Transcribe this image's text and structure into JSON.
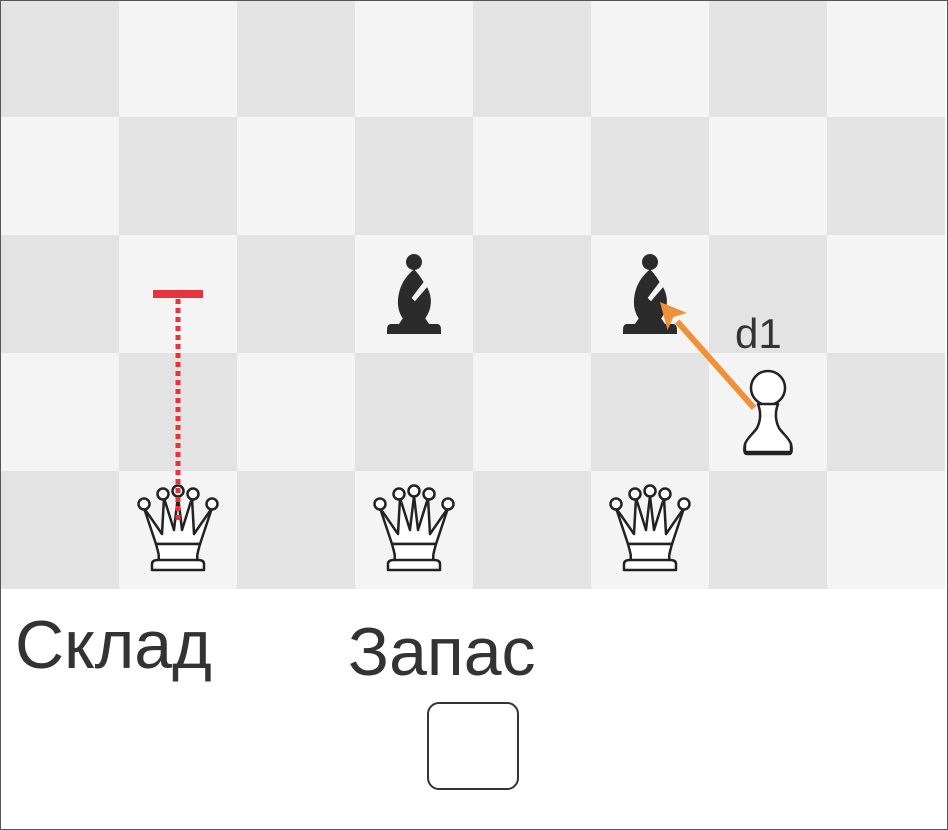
{
  "board": {
    "files": 8,
    "ranks": 5,
    "light_color": "#f4f4f4",
    "dark_color": "#e3e3e3",
    "pieces": [
      {
        "type": "bishop",
        "color": "black",
        "square": "d3"
      },
      {
        "type": "bishop",
        "color": "black",
        "square": "f3"
      },
      {
        "type": "pawn",
        "color": "white",
        "square": "g2"
      },
      {
        "type": "queen",
        "color": "white",
        "square": "b1"
      },
      {
        "type": "queen",
        "color": "white",
        "square": "d1"
      },
      {
        "type": "queen",
        "color": "white",
        "square": "f1"
      }
    ],
    "arrows": [
      {
        "from": "g2",
        "to": "f3",
        "style": "solid",
        "color": "#f0913a",
        "label": "d1"
      }
    ],
    "block_lines": [
      {
        "from": "b1",
        "to": "b3",
        "style": "dotted",
        "color": "#e8333a"
      }
    ]
  },
  "labels": {
    "left_panel": "Склад",
    "center_panel": "Запас",
    "move_tag": "d1"
  }
}
